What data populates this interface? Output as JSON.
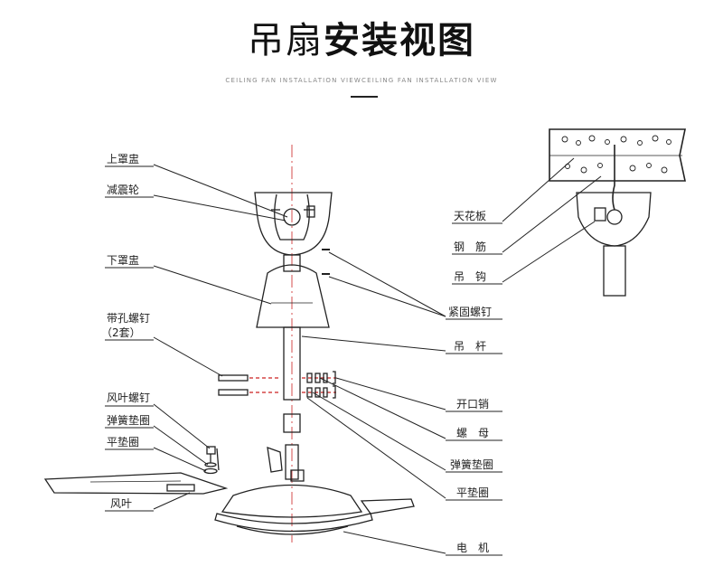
{
  "header": {
    "title_light": "吊扇",
    "title_bold": "安装视图",
    "subtitle": "CEILING FAN INSTALLATION VIEWCEILING FAN INSTALLATION VIEW"
  },
  "labels": {
    "upper_cover": "上罩盅",
    "damping_wheel": "减震轮",
    "lower_cover": "下罩盅",
    "hole_screw": "带孔螺钉",
    "hole_screw_qty": "（2套）",
    "blade_screw": "风叶螺钉",
    "spring_washer_left": "弹簧垫圈",
    "flat_washer_left": "平垫圈",
    "blade": "风叶",
    "ceiling_board": "天花板",
    "rebar": "钢　筋",
    "hook": "吊　钩",
    "set_screw": "紧固螺钉",
    "rod": "吊　杆",
    "cotter_pin": "开口销",
    "nut": "螺　母",
    "spring_washer_right": "弹簧垫圈",
    "flat_washer_right": "平垫圈",
    "motor": "电　机"
  },
  "colors": {
    "line": "#222222",
    "dash": "#cc2222",
    "background": "#ffffff"
  }
}
